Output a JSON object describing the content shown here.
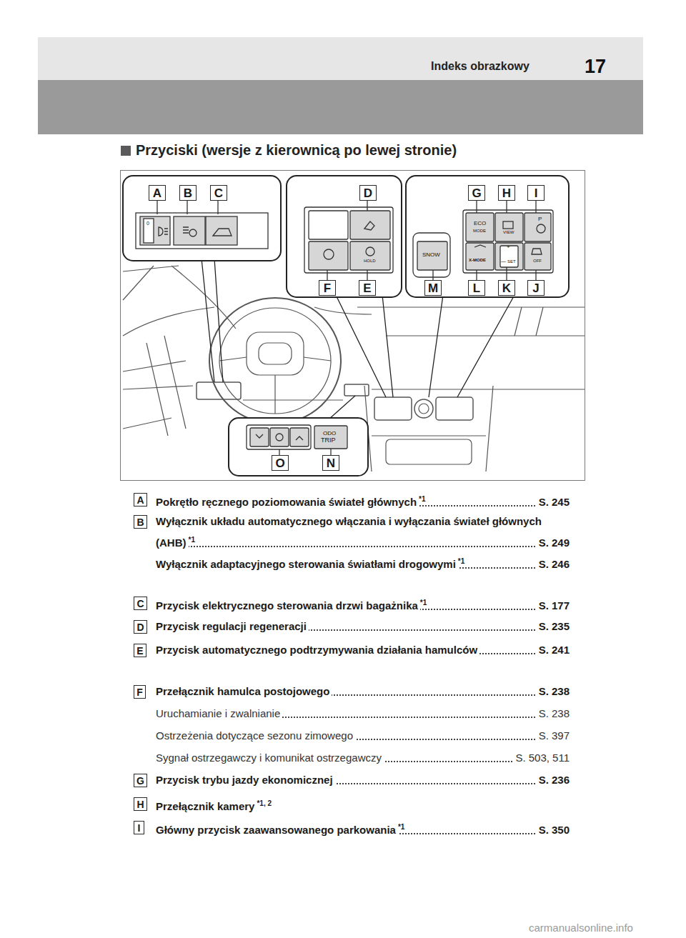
{
  "diagram": {
    "title": "Przyciski (wersje z kierownicą po lewej stronie)",
    "nodes": [
      {
        "text": [
          "A"
        ]
      },
      {
        "text": [
          "B"
        ]
      },
      {
        "text": [
          "C"
        ]
      },
      {
        "text": [
          "D"
        ]
      },
      {
        "text": [
          "G"
        ]
      },
      {
        "text": [
          "H"
        ]
      },
      {
        "text": [
          "I"
        ]
      },
      {
        "text": [
          "F"
        ]
      },
      {
        "text": [
          "E"
        ]
      },
      {
        "text": [
          "M"
        ]
      },
      {
        "text": [
          "L"
        ]
      },
      {
        "text": [
          "K"
        ]
      },
      {
        "text": [
          "J"
        ]
      },
      {
        "text": [
          "O"
        ]
      },
      {
        "text": [
          "N"
        ]
      },
      {
        "text": [
          "A"
        ]
      },
      {
        "text": [
          "B"
        ]
      },
      {
        "text": [
          "C"
        ]
      },
      {
        "text": [
          "D"
        ]
      },
      {
        "text": [
          "E"
        ]
      },
      {
        "text": [
          "F"
        ]
      },
      {
        "text": [
          "G"
        ]
      },
      {
        "text": [
          "H"
        ]
      },
      {
        "text": [
          "I"
        ]
      }
    ],
    "labels": [
      "Indeks obrazkowy",
      "17",
      "ECO",
      "MODE",
      "VIEW",
      "P",
      "X-MODE",
      "+",
      "—",
      "SET",
      "OFF",
      "SNOW",
      "HOLD",
      "ODO",
      "TRIP",
      "Pokrętło ręcznego poziomowania świateł głównych",
      "*1",
      "S. 245",
      "Wyłącznik układu automatycznego włączania i wyłączania świateł głównych (AHB)",
      "*1",
      "S. 249",
      "Wyłącznik adaptacyjnego sterowania światłami drogowymi",
      "*1",
      "S. 246",
      "Przycisk elektrycznego sterowania drzwi bagażnika",
      "*1",
      "S. 177",
      "Przycisk regulacji regeneracji",
      "S. 235",
      "Przycisk automatycznego podtrzymywania działania hamulców",
      "S. 241",
      "Przełącznik hamulca postojowego",
      "S. 238",
      "Uruchamianie i zwalnianie",
      "S. 238",
      "Ostrzeżenia dotyczące sezonu zimowego",
      "S. 397",
      "Sygnał ostrzegawczy i komunikat ostrzegawczy",
      "S. 503, 511",
      "Przycisk trybu jazdy ekonomicznej",
      "S. 236",
      "Przełącznik kamery",
      "*1, 2",
      "Główny przycisk zaawansowanego parkowania",
      "*1",
      "S. 350",
      "carmanualsonline.info",
      "0"
    ]
  }
}
